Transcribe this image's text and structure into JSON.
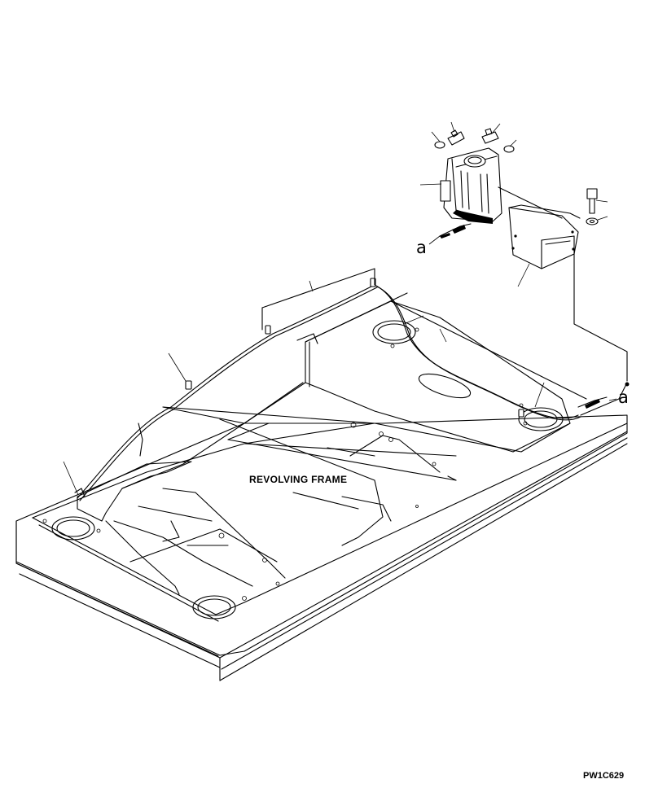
{
  "labels": {
    "frame": "REVOLVING FRAME",
    "ref_a_left": "a",
    "ref_a_right": "a",
    "drawing_code": "PW1C629"
  },
  "icons": {
    "tank": "washer-tank-icon",
    "bracket": "mounting-bracket-icon",
    "bolt": "bolt-icon",
    "washer": "washer-icon",
    "hose": "hose-icon"
  },
  "colors": {
    "line": "#000000",
    "background": "#ffffff"
  }
}
